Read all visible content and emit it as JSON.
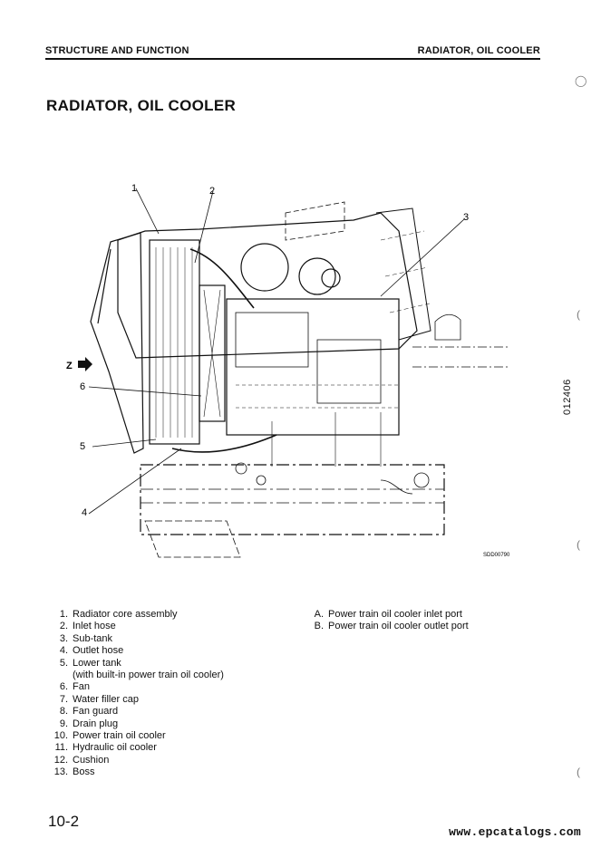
{
  "header": {
    "left": "STRUCTURE AND FUNCTION",
    "right": "RADIATOR, OIL COOLER"
  },
  "title": "RADIATOR, OIL COOLER",
  "figure": {
    "callouts": [
      "1",
      "2",
      "3",
      "4",
      "5",
      "6"
    ],
    "view_label": "Z",
    "drawing_code": "SDD00790",
    "side_code": "012406"
  },
  "parts_left": [
    {
      "num": "1",
      "text": "Radiator core assembly"
    },
    {
      "num": "2",
      "text": "Inlet hose"
    },
    {
      "num": "3",
      "text": "Sub-tank"
    },
    {
      "num": "4",
      "text": "Outlet hose"
    },
    {
      "num": "5",
      "text": "Lower tank"
    },
    {
      "num": "",
      "text": "(with built-in power train oil cooler)"
    },
    {
      "num": "6",
      "text": "Fan"
    },
    {
      "num": "7",
      "text": "Water filler cap"
    },
    {
      "num": "8",
      "text": "Fan guard"
    },
    {
      "num": "9",
      "text": "Drain plug"
    },
    {
      "num": "10",
      "text": "Power train oil cooler"
    },
    {
      "num": "11",
      "text": "Hydraulic oil cooler"
    },
    {
      "num": "12",
      "text": "Cushion"
    },
    {
      "num": "13",
      "text": "Boss"
    }
  ],
  "parts_right": [
    {
      "num": "A",
      "text": "Power train oil cooler inlet port"
    },
    {
      "num": "B",
      "text": "Power train oil cooler outlet port"
    }
  ],
  "page_number": "10-2",
  "watermark": "www.epcatalogs.com"
}
